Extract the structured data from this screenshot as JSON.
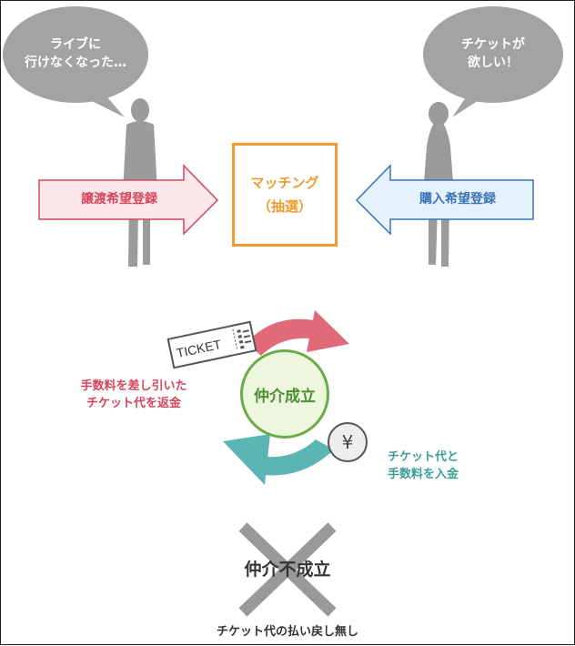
{
  "seller": {
    "bubble_lines": [
      "ライブに",
      "行けなくなった…"
    ],
    "arrow_label": "譲渡希望登録"
  },
  "buyer": {
    "bubble_lines": [
      "チケットが",
      "欲しい！"
    ],
    "arrow_label": "購入希望登録"
  },
  "matching": {
    "line1": "マッチング",
    "line2": "（抽選）"
  },
  "success": {
    "center_label": "仲介成立",
    "ticket_label": "TICKET",
    "yen_symbol": "¥",
    "refund_lines": [
      "手数料を差し引いた",
      "チケット代を返金"
    ],
    "payment_lines": [
      "チケット代と",
      "手数料を入金"
    ]
  },
  "failure": {
    "label": "仲介不成立",
    "note": "チケット代の払い戻し無し"
  },
  "colors": {
    "pink": "#d6465a",
    "blue": "#3b73b9",
    "orange": "#f29a2e",
    "green": "#6aab4a",
    "teal": "#5bb5b2",
    "gray": "#a3a3a3"
  }
}
